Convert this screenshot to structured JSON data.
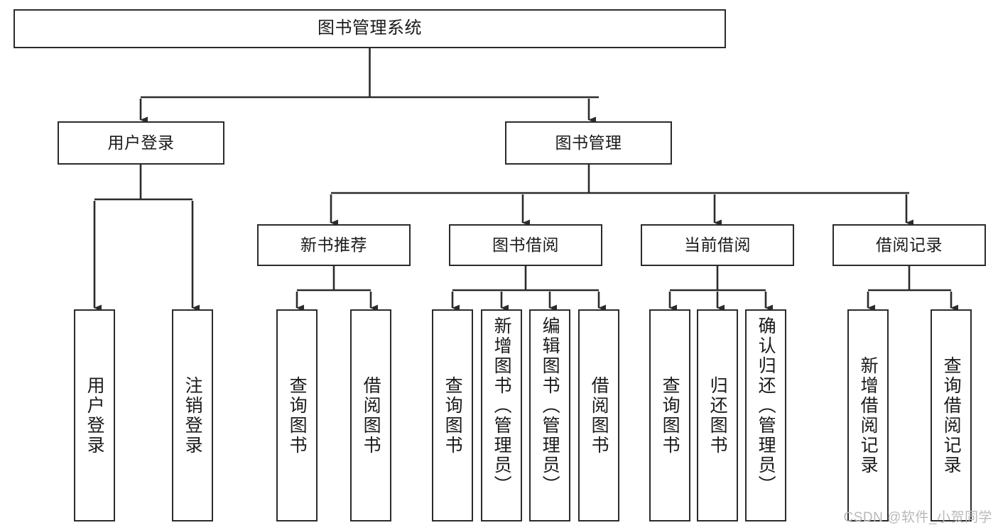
{
  "diagram": {
    "type": "tree-hierarchy",
    "title": "图书管理系统",
    "watermark": "CSDN @软件_小贺同学",
    "colors": {
      "box_border": "#2b2b2b",
      "box_fill": "#ffffff",
      "connector": "#2b2b2b",
      "text": "#1a1a1a",
      "watermark": "#b9b9b9",
      "background": "#ffffff"
    },
    "root": {
      "label": "图书管理系统"
    },
    "level1": [
      {
        "label": "用户登录"
      },
      {
        "label": "图书管理"
      }
    ],
    "level2": [
      {
        "label": "新书推荐"
      },
      {
        "label": "图书借阅"
      },
      {
        "label": "当前借阅"
      },
      {
        "label": "借阅记录"
      }
    ],
    "leaves": {
      "user_login": [
        {
          "label": "用户登录"
        },
        {
          "label": "注销登录"
        }
      ],
      "new_book_recommend": [
        {
          "label": "查询图书"
        },
        {
          "label": "借阅图书"
        }
      ],
      "book_borrow": [
        {
          "label": "查询图书"
        },
        {
          "label": "新增图书（管理员）"
        },
        {
          "label": "编辑图书（管理员）"
        },
        {
          "label": "借阅图书"
        }
      ],
      "current_borrow": [
        {
          "label": "查询图书"
        },
        {
          "label": "归还图书"
        },
        {
          "label": "确认归还（管理员）"
        }
      ],
      "borrow_record": [
        {
          "label": "新增借阅记录"
        },
        {
          "label": "查询借阅记录"
        }
      ]
    }
  }
}
